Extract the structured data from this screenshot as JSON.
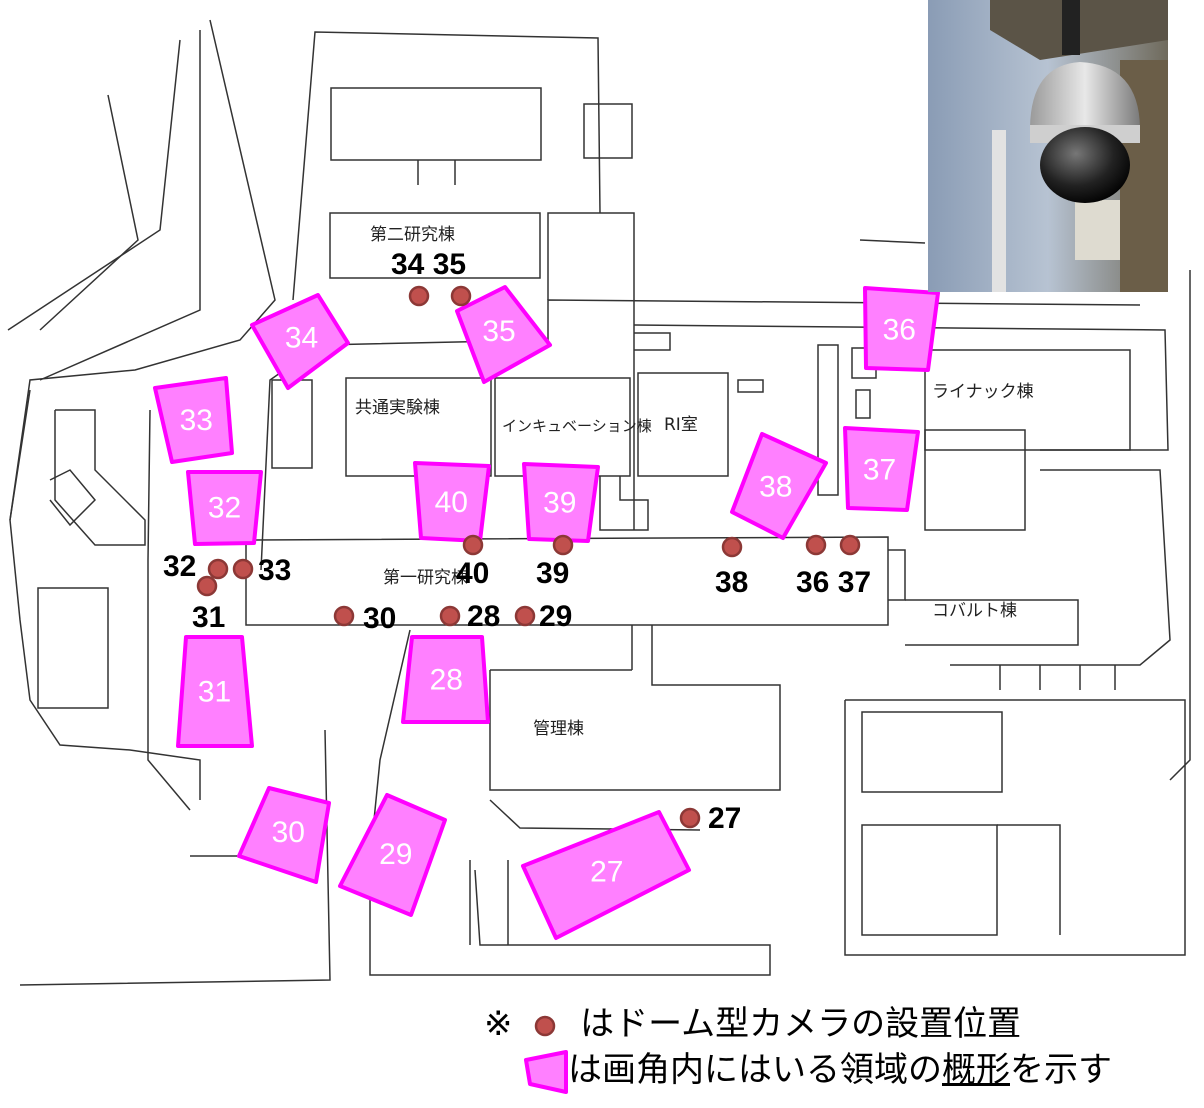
{
  "buildings": {
    "second_research": "第二研究棟",
    "common_lab": "共通実験棟",
    "incubation": "インキュベーション棟",
    "ri_room": "RI室",
    "linac": "ライナック棟",
    "first_research": "第一研究棟",
    "cobalt": "コバルト棟",
    "admin": "管理棟"
  },
  "zones": [
    "34",
    "35",
    "36",
    "33",
    "37",
    "38",
    "40",
    "39",
    "32",
    "31",
    "28",
    "30",
    "29",
    "27"
  ],
  "camera_labels": [
    "34 35",
    "32",
    "33",
    "31",
    "30",
    "28",
    "29",
    "40",
    "39",
    "38",
    "36 37",
    "27"
  ],
  "legend": {
    "mark": "※",
    "dot_text": "はドーム型カメラの設置位置",
    "zone_text_pre": "は画角内にはいる領域の",
    "zone_text_underlined": "概形",
    "zone_text_post": "を示す"
  },
  "colors": {
    "zone_fill": "#ff80ff",
    "zone_stroke": "#ff00ff",
    "dot": "#c0504d"
  }
}
